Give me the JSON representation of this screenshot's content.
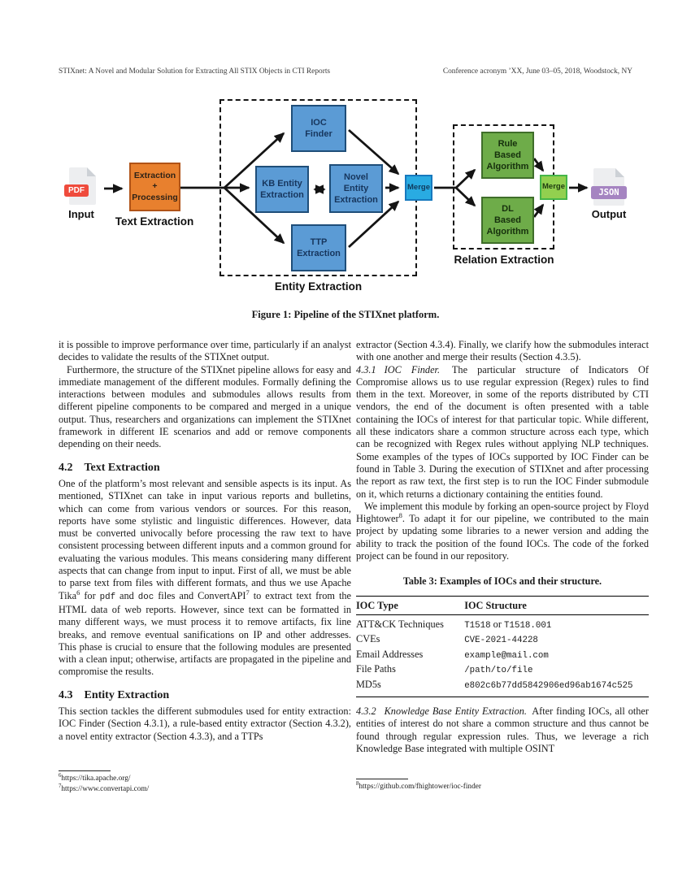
{
  "header": {
    "left": "STIXnet: A Novel and Modular Solution for Extracting All STIX Objects in CTI Reports",
    "right": "Conference acronym ’XX, June 03–05, 2018, Woodstock, NY"
  },
  "figure": {
    "caption": "Figure 1: Pipeline of the STIXnet platform.",
    "input_icon_label": "PDF",
    "input_label": "Input",
    "output_icon_label": "JSON",
    "output_label": "Output",
    "stage_labels": {
      "text_extraction": "Text Extraction",
      "entity_extraction": "Entity Extraction",
      "relation_extraction": "Relation Extraction"
    },
    "nodes": {
      "extraction_processing": {
        "lines": [
          "Extraction",
          "+",
          "Processing"
        ]
      },
      "ioc_finder": {
        "lines": [
          "IOC",
          "Finder"
        ]
      },
      "kb_entity": {
        "lines": [
          "KB Entity",
          "Extraction"
        ]
      },
      "novel_entity": {
        "lines": [
          "Novel",
          "Entity",
          "Extraction"
        ]
      },
      "ttp": {
        "lines": [
          "TTP",
          "Extraction"
        ]
      },
      "rule_based": {
        "lines": [
          "Rule",
          "Based",
          "Algorithm"
        ]
      },
      "dl_based": {
        "lines": [
          "DL",
          "Based",
          "Algorithm"
        ]
      },
      "merge1": {
        "label": "Merge"
      },
      "merge2": {
        "label": "Merge"
      }
    },
    "colors": {
      "process_box": "#e8802e",
      "entity_box": "#5b9bd5",
      "relation_box": "#6eac49",
      "merge_entity": "#29abe2",
      "merge_relation": "#92d04f",
      "pdf_badge": "#ef4b3c",
      "json_badge": "#a584c1"
    }
  },
  "left_column": {
    "p1": "it is possible to improve performance over time, particularly if an analyst decides to validate the results of the STIXnet output.",
    "p2": "Furthermore, the structure of the STIXnet pipeline allows for easy and immediate management of the different modules. Formally defining the interactions between modules and submodules allows results from different pipeline components to be compared and merged in a unique output. Thus, researchers and organizations can implement the STIXnet framework in different IE scenarios and add or remove components depending on their needs.",
    "sec42": {
      "num": "4.2",
      "title": "Text Extraction"
    },
    "p3": {
      "seg1": "One of the platform’s most relevant and sensible aspects is its input. As mentioned, STIXnet can take in input various reports and bulletins, which can come from various vendors or sources. For this reason, reports have some stylistic and linguistic differences. However, data must be converted univocally before processing the raw text to have consistent processing between different inputs and a common ground for evaluating the various modules. This means considering many different aspects that can change from input to input. First of all, we must be able to parse text from files with different formats, and thus we use Apache Tika",
      "sup1": "6",
      "seg2": " for ",
      "mono1": "pdf",
      "seg3": " and ",
      "mono2": "doc",
      "seg4": " files and ConvertAPI",
      "sup2": "7",
      "seg5": " to extract text from the HTML data of web reports. However, since text can be formatted in many different ways, we must process it to remove artifacts, fix line breaks, and remove eventual sanifications on IP and other addresses. This phase is crucial to ensure that the following modules are presented with a clean input; otherwise, artifacts are propagated in the pipeline and compromise the results."
    },
    "sec43": {
      "num": "4.3",
      "title": "Entity Extraction"
    },
    "p4": "This section tackles the different submodules used for entity extraction: IOC Finder (Section 4.3.1), a rule-based entity extractor (Section 4.3.2), a novel entity extractor (Section 4.3.3), and a TTPs",
    "footnotes": [
      {
        "sup": "6",
        "text": "https://tika.apache.org/"
      },
      {
        "sup": "7",
        "text": "https://www.convertapi.com/"
      }
    ]
  },
  "right_column": {
    "p1": "extractor (Section 4.3.4). Finally, we clarify how the submodules interact with one another and merge their results (Section 4.3.5).",
    "sec431": {
      "num": "4.3.1",
      "title": "IOC Finder.",
      "text": "The particular structure of Indicators Of Compromise allows us to use regular expression (Regex) rules to find them in the text. Moreover, in some of the reports distributed by CTI vendors, the end of the document is often presented with a table containing the IOCs of interest for that particular topic. While different, all these indicators share a common structure across each type, which can be recognized with Regex rules without applying NLP techniques. Some examples of the types of IOCs supported by IOC Finder can be found in Table 3. During the execution of STIXnet and after processing the report as raw text, the first step is to run the IOC Finder submodule on it, which returns a dictionary containing the entities found."
    },
    "p2": {
      "seg1": "We implement this module by forking an open-source project by Floyd Hightower",
      "sup": "8",
      "seg2": ". To adapt it for our pipeline, we contributed to the main project by updating some libraries to a newer version and adding the ability to track the position of the found IOCs. The code of the forked project can be found in our repository."
    },
    "table": {
      "caption": "Table 3: Examples of IOCs and their structure.",
      "headers": [
        "IOC Type",
        "IOC Structure"
      ],
      "rows": [
        {
          "type": "ATT&CK Techniques",
          "s1": "T1518",
          "sep": " or ",
          "s2": "T1518.001"
        },
        {
          "type": "CVEs",
          "structure": "CVE-2021-44228"
        },
        {
          "type": "Email Addresses",
          "structure": "example@mail.com"
        },
        {
          "type": "File Paths",
          "structure": "/path/to/file"
        },
        {
          "type": "MD5s",
          "structure": "e802c6b77dd5842906ed96ab1674c525"
        }
      ]
    },
    "sec432": {
      "num": "4.3.2",
      "title": "Knowledge Base Entity Extraction.",
      "text": "After finding IOCs, all other entities of interest do not share a common structure and thus cannot be found through regular expression rules. Thus, we leverage a rich Knowledge Base integrated with multiple OSINT"
    },
    "footnotes": [
      {
        "sup": "8",
        "text": "https://github.com/fhightower/ioc-finder"
      }
    ]
  }
}
